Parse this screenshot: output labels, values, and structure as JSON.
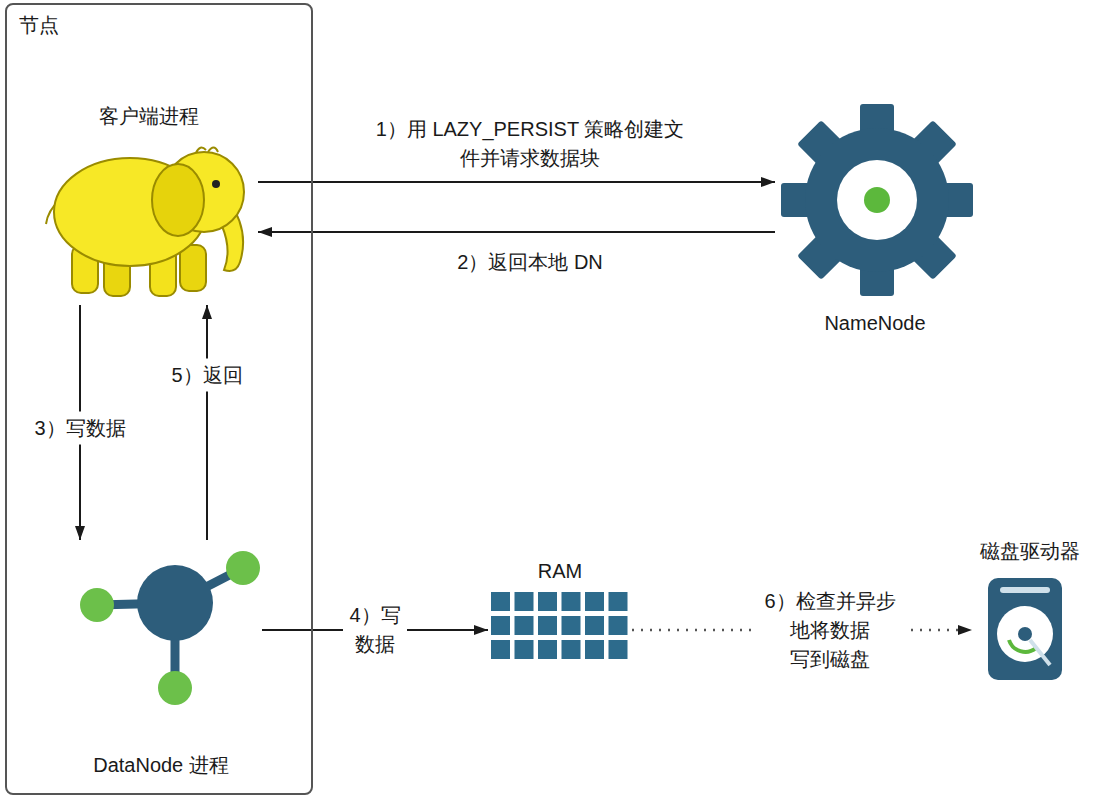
{
  "diagram": {
    "nodes": [
      {
        "text": [
          "节点"
        ]
      },
      {
        "text": [
          "客户端进程"
        ],
        "in": 0
      },
      {
        "text": [
          "DataNode 进程"
        ],
        "in": 0
      },
      {
        "text": [
          "NameNode"
        ]
      },
      {
        "text": [
          "RAM"
        ]
      },
      {
        "text": [
          "磁盘驱动器"
        ]
      }
    ],
    "edges": [
      {
        "from": 1,
        "to": 3,
        "label": "1）用 LAZY_PERSIST 策略创建文 件并请求数据块",
        "arrow": "to"
      },
      {
        "from": 3,
        "to": 1,
        "label": "2）返回本地 DN",
        "arrow": "to"
      },
      {
        "from": 1,
        "to": 2,
        "label": "3）写数据",
        "arrow": "to"
      },
      {
        "from": 2,
        "to": 1,
        "label": "5）返回",
        "arrow": "to"
      },
      {
        "from": 2,
        "to": 4,
        "label": "4）写 数据",
        "arrow": "to"
      },
      {
        "from": 4,
        "to": 5,
        "label": "6）检查并异步 地将数据 写到磁盘",
        "arrow": "to"
      }
    ]
  }
}
